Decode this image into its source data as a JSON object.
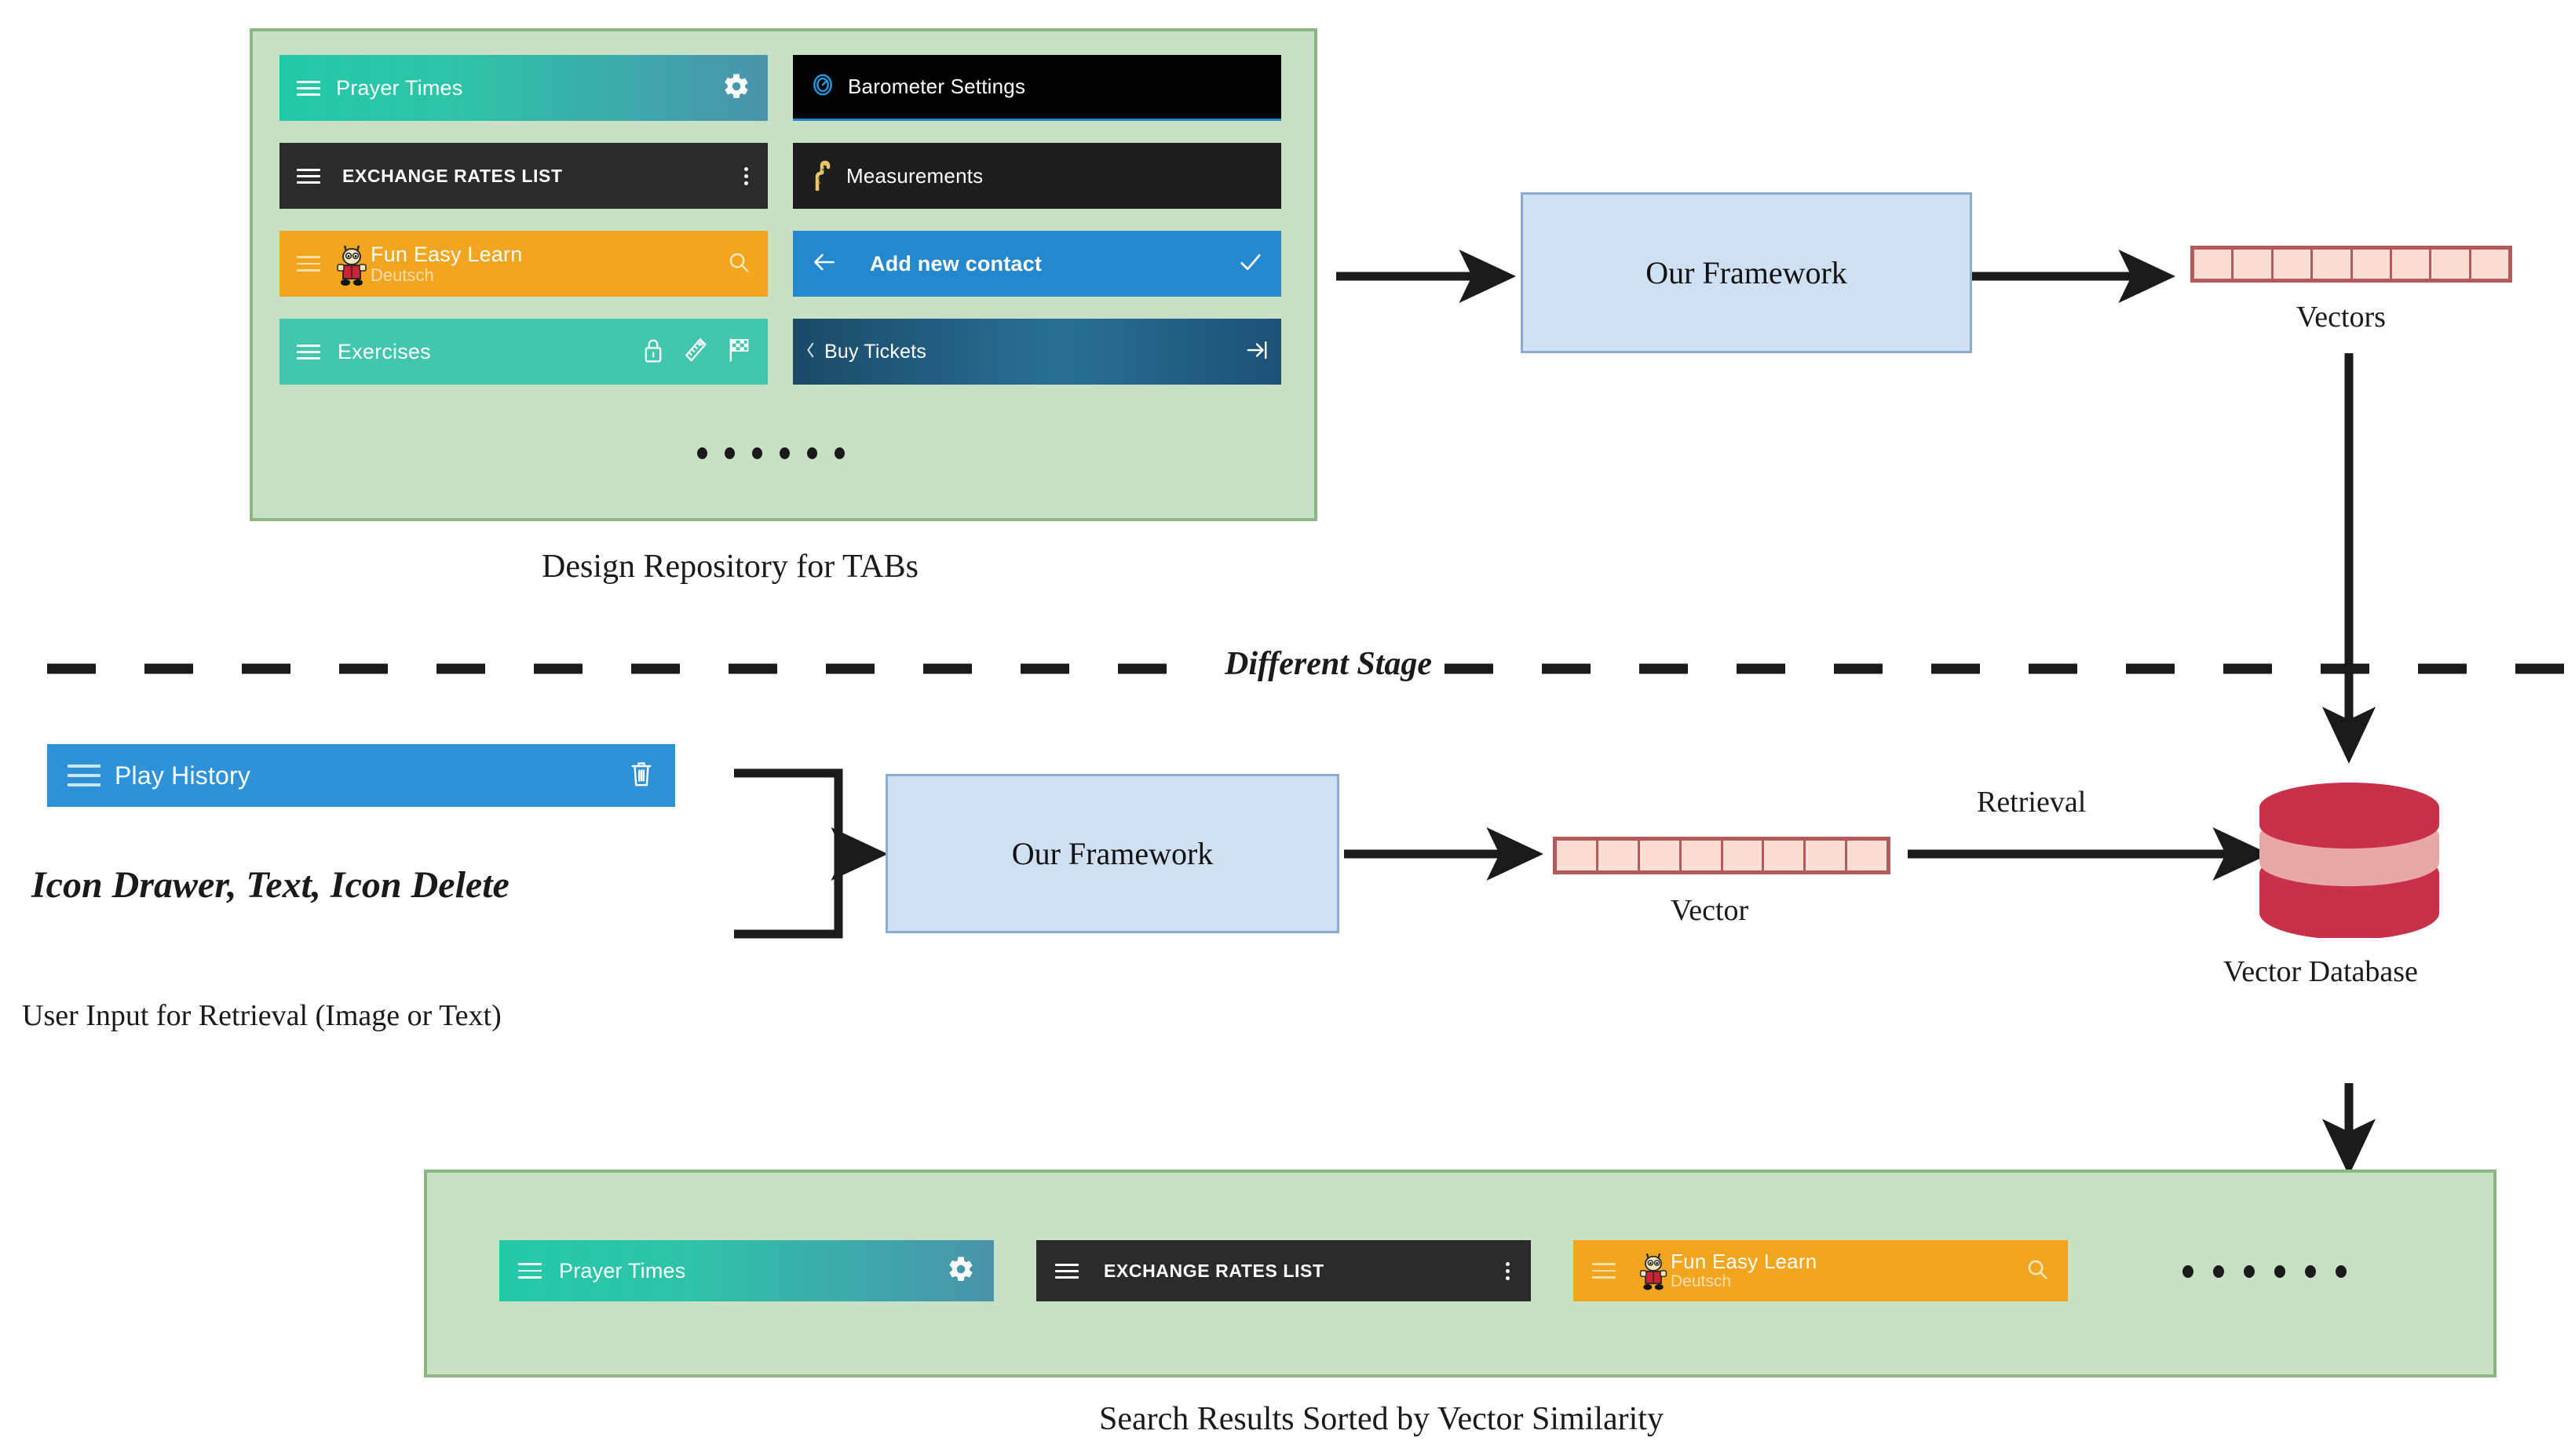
{
  "repository": {
    "caption": "Design Repository for TABs",
    "bars": [
      {
        "id": "prayer",
        "title": "Prayer Times",
        "subtitle": "",
        "left_icon": "hamburger-icon",
        "right_icons": [
          "gear-icon"
        ]
      },
      {
        "id": "exchange",
        "title": "EXCHANGE RATES LIST",
        "subtitle": "",
        "left_icon": "hamburger-icon",
        "right_icons": [
          "kebab-menu-icon"
        ]
      },
      {
        "id": "fun",
        "title": "Fun Easy Learn",
        "subtitle": "Deutsch",
        "left_icon": "hamburger-icon",
        "right_icons": [
          "search-icon"
        ]
      },
      {
        "id": "exercises",
        "title": "Exercises",
        "subtitle": "",
        "left_icon": "hamburger-icon",
        "right_icons": [
          "lock-icon",
          "ruler-icon",
          "checkered-flag-icon"
        ]
      },
      {
        "id": "barometer",
        "title": "Barometer Settings",
        "subtitle": "",
        "left_icon": "barometer-icon",
        "right_icons": []
      },
      {
        "id": "measure",
        "title": "Measurements",
        "subtitle": "",
        "left_icon": "giraffe-icon",
        "right_icons": []
      },
      {
        "id": "contact",
        "title": "Add new contact",
        "subtitle": "",
        "left_icon": "back-arrow-icon",
        "right_icons": [
          "check-icon"
        ]
      },
      {
        "id": "tickets",
        "title": "Buy Tickets",
        "subtitle": "",
        "left_icon": "chevron-left-icon",
        "right_icons": [
          "exit-icon"
        ]
      }
    ],
    "more_dots": 6
  },
  "pipeline_top": {
    "framework_label": "Our Framework",
    "vectors_label": "Vectors",
    "vector_cells": 8
  },
  "divider": {
    "label": "Different Stage"
  },
  "user_input": {
    "bar_title": "Play History",
    "bar_left_icon": "hamburger-icon",
    "bar_right_icon": "trash-icon",
    "text_query": "Icon Drawer, Text, Icon Delete",
    "caption": "User Input for Retrieval (Image or Text)"
  },
  "pipeline_bottom": {
    "framework_label": "Our Framework",
    "vector_label": "Vector",
    "vector_cells": 8,
    "retrieval_label": "Retrieval",
    "database_label": "Vector Database"
  },
  "results": {
    "caption": "Search Results Sorted by Vector Similarity",
    "bars": [
      {
        "id": "prayer",
        "title": "Prayer Times",
        "subtitle": "",
        "left_icon": "hamburger-icon",
        "right_icons": [
          "gear-icon"
        ]
      },
      {
        "id": "exchange",
        "title": "EXCHANGE RATES LIST",
        "subtitle": "",
        "left_icon": "hamburger-icon",
        "right_icons": [
          "kebab-menu-icon"
        ]
      },
      {
        "id": "fun",
        "title": "Fun Easy Learn",
        "subtitle": "Deutsch",
        "left_icon": "hamburger-icon",
        "right_icons": [
          "search-icon"
        ]
      }
    ],
    "more_dots": 6
  },
  "colors": {
    "repo_fill": "#c8e0c4",
    "repo_border": "#8cb684",
    "framework_fill": "#cfe0f3",
    "framework_border": "#8bacd0",
    "vector_fill": "#fbdfd6",
    "vector_border": "#b35a5a",
    "db_dark": "#c9304a",
    "db_light": "#e9a8a8",
    "arrow": "#1a1a1a"
  }
}
